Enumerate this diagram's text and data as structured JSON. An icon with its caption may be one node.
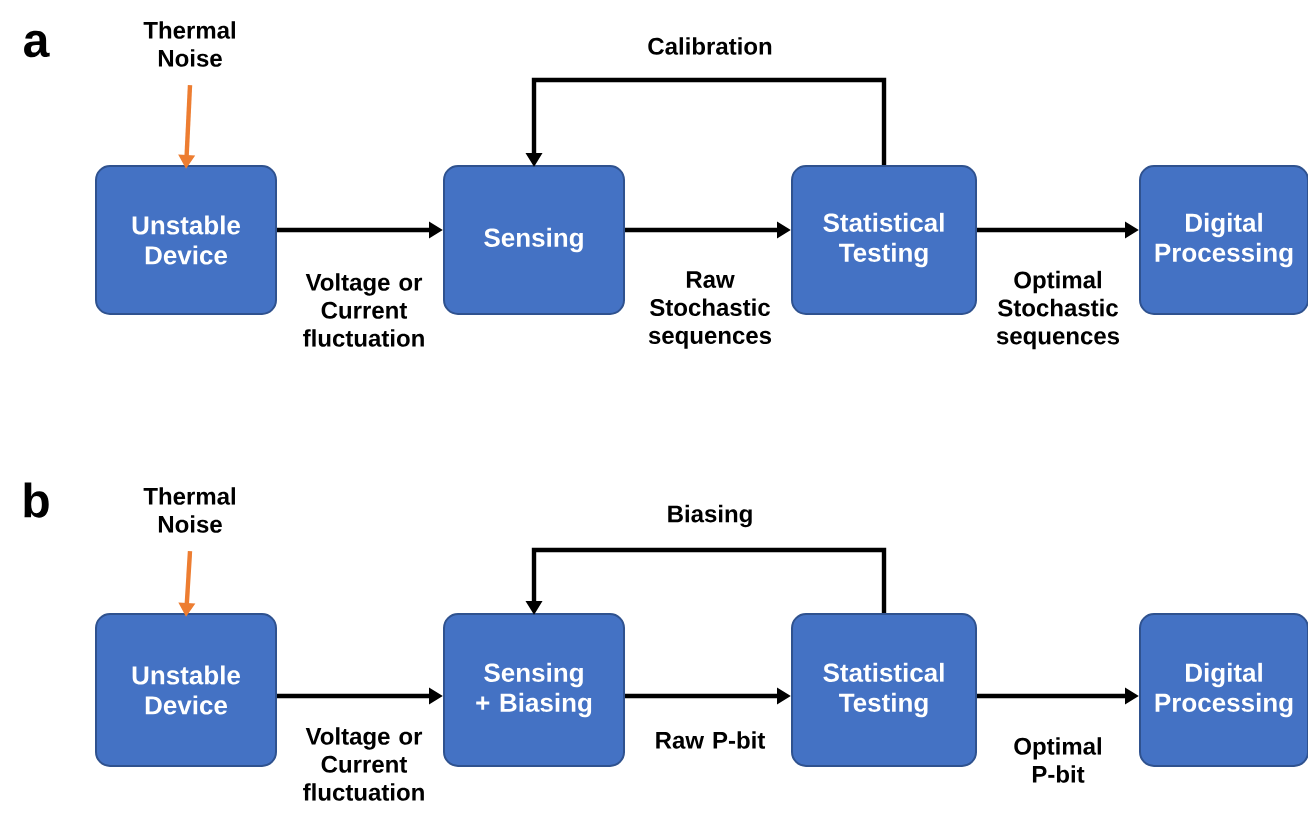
{
  "diagram": {
    "nodes": [
      {
        "text": [
          "Thermal Noise"
        ]
      },
      {
        "text": [
          "Unstable Device"
        ]
      },
      {
        "text": [
          "Sensing"
        ]
      },
      {
        "text": [
          "Statistical Testing"
        ]
      },
      {
        "text": [
          "Digital Processing"
        ]
      },
      {
        "text": [
          "Thermal Noise"
        ]
      },
      {
        "text": [
          "Unstable Device"
        ]
      },
      {
        "text": [
          "Sensing + Biasing"
        ]
      },
      {
        "text": [
          "Statistical Testing"
        ]
      },
      {
        "text": [
          "Digital Processing"
        ]
      }
    ],
    "edges": [
      {
        "from": 0,
        "to": 1,
        "arrow": "to",
        "color": "#ed7d31"
      },
      {
        "from": 1,
        "to": 2,
        "arrow": "to",
        "label": "Voltage or Current fluctuation"
      },
      {
        "from": 2,
        "to": 3,
        "arrow": "to",
        "label": "Raw Stochastic sequences"
      },
      {
        "from": 3,
        "to": 2,
        "arrow": "to",
        "label": "Calibration"
      },
      {
        "from": 3,
        "to": 4,
        "arrow": "to",
        "label": "Optimal Stochastic sequences"
      },
      {
        "from": 5,
        "to": 6,
        "arrow": "to",
        "color": "#ed7d31"
      },
      {
        "from": 6,
        "to": 7,
        "arrow": "to",
        "label": "Voltage or Current fluctuation"
      },
      {
        "from": 7,
        "to": 8,
        "arrow": "to",
        "label": "Raw P-bit"
      },
      {
        "from": 8,
        "to": 7,
        "arrow": "to",
        "label": "Biasing"
      },
      {
        "from": 8,
        "to": 9,
        "arrow": "to",
        "label": "Optimal P-bit"
      }
    ],
    "labels": [
      "a",
      "b"
    ]
  }
}
